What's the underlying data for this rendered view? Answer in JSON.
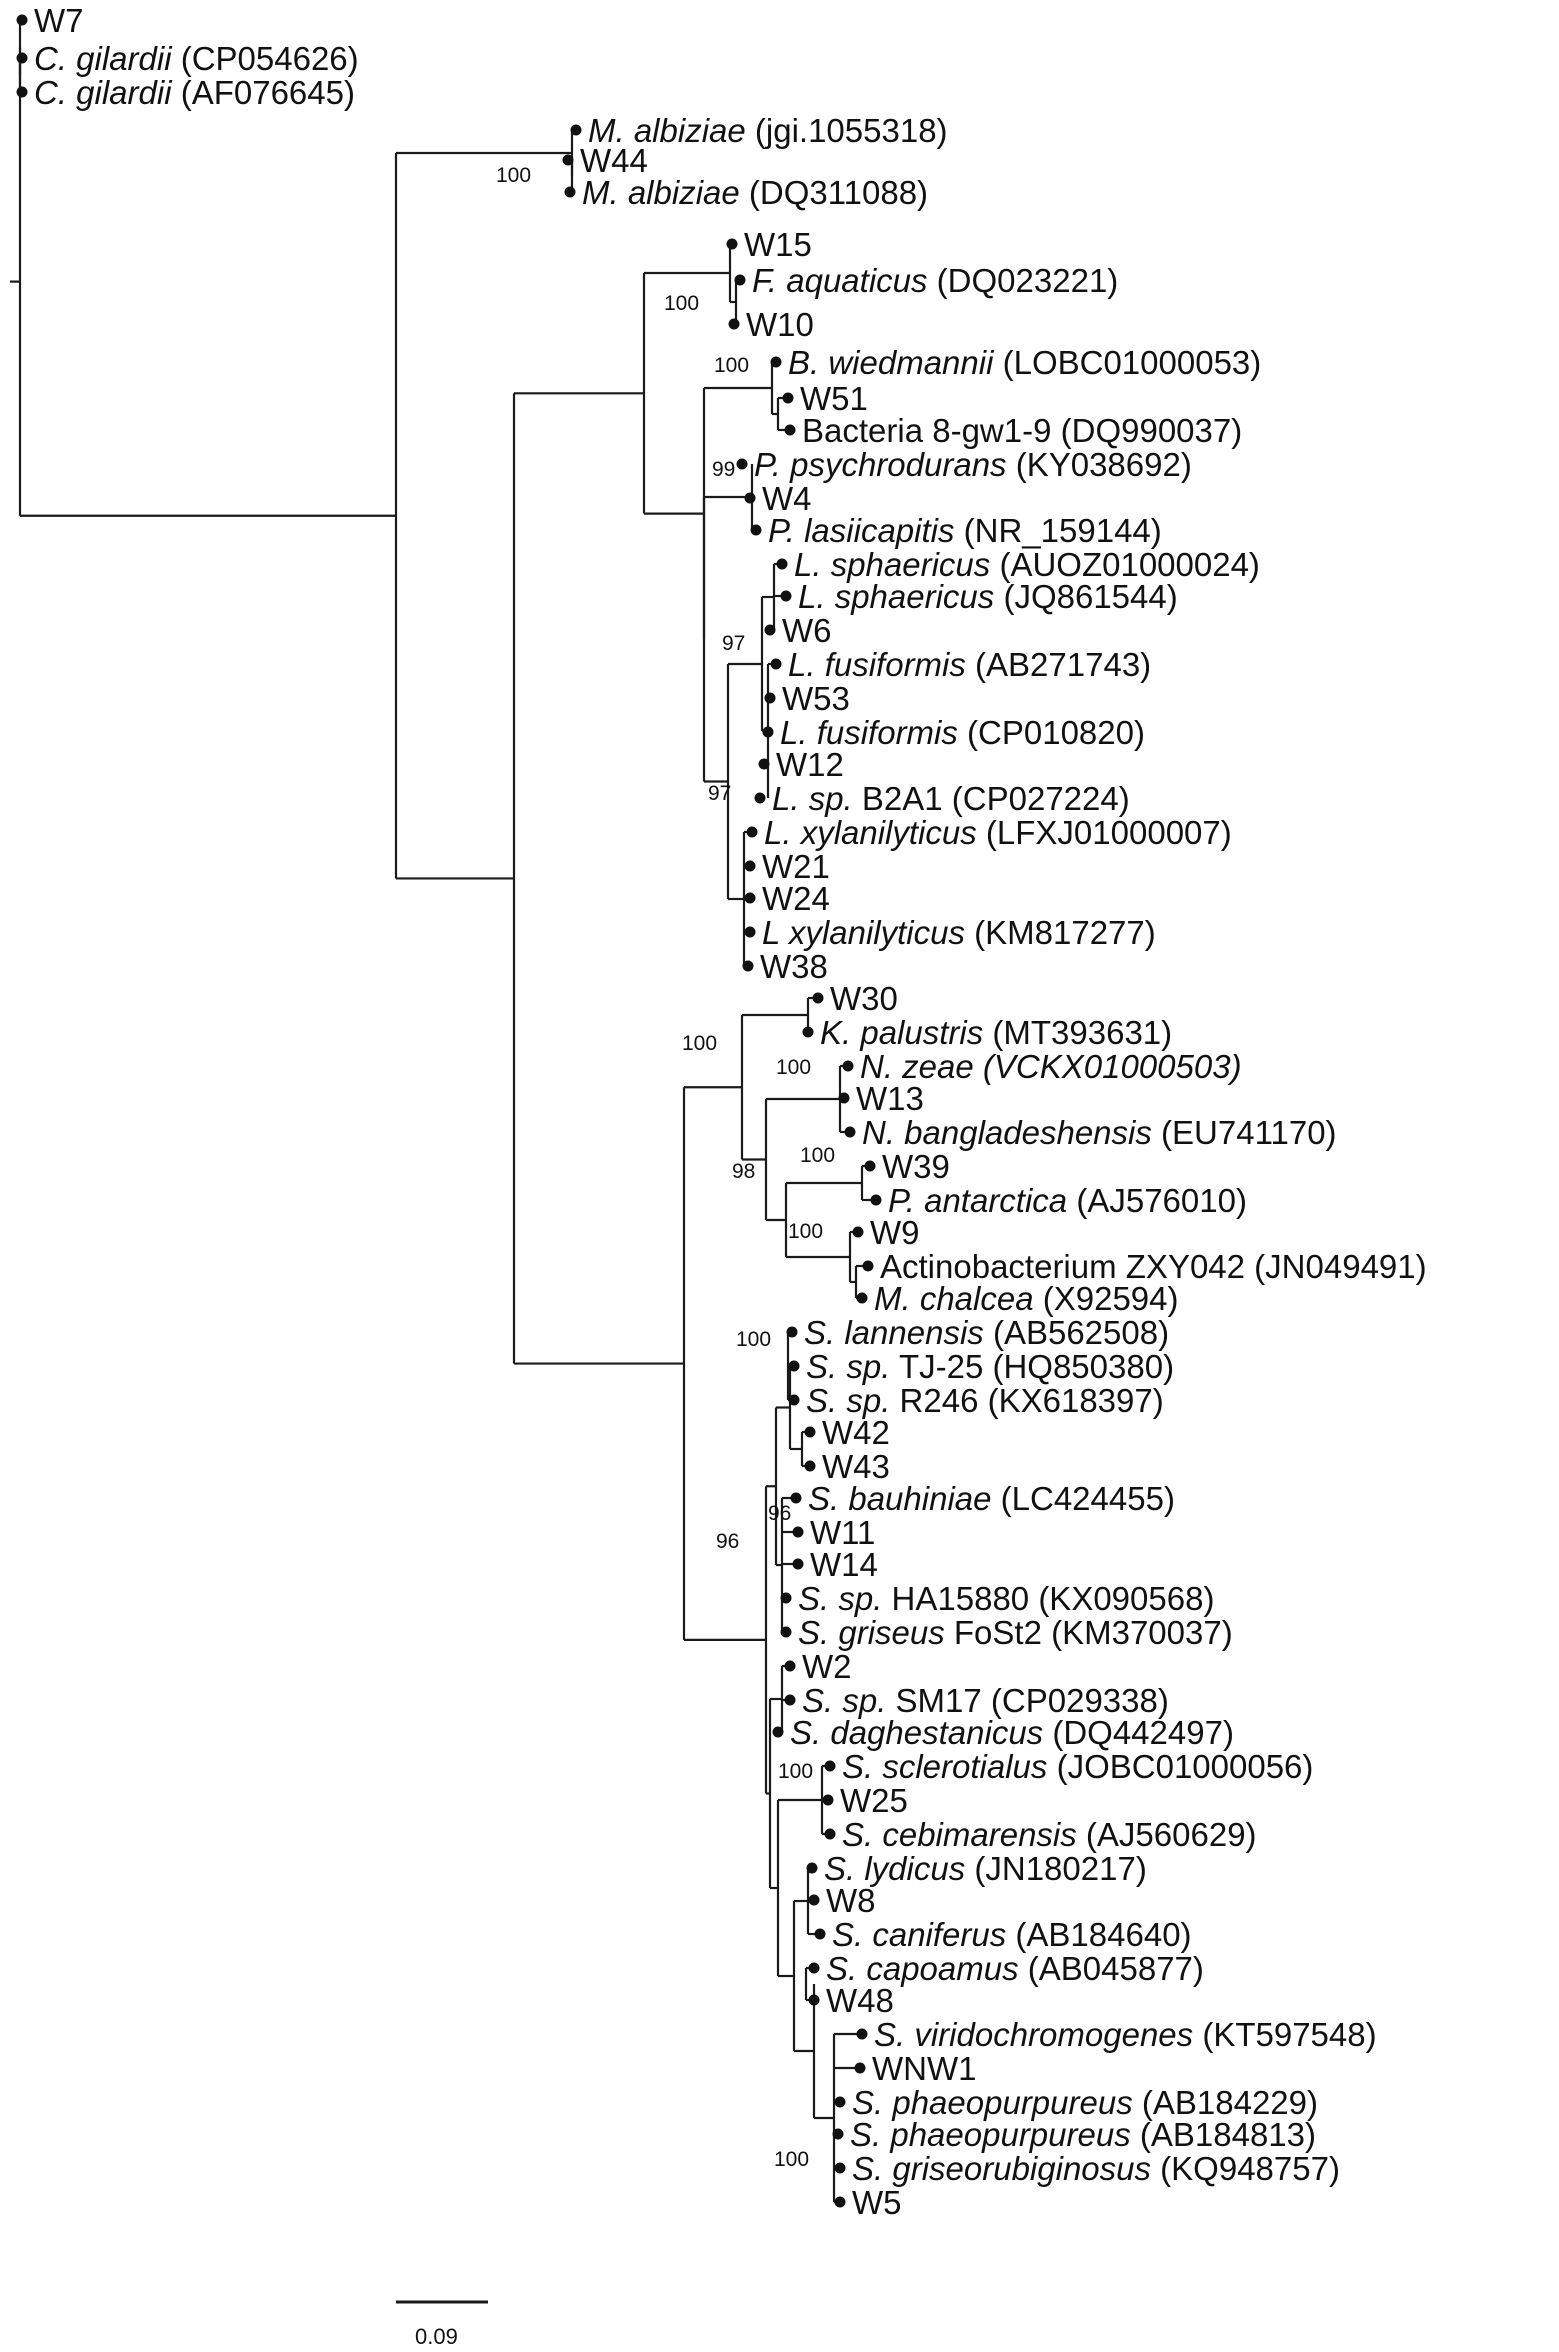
{
  "taxa": [
    {
      "id": "W7",
      "italic": "",
      "rest": "W7"
    },
    {
      "id": "cgil1",
      "italic": "C. gilardii",
      "rest": " (CP054626)"
    },
    {
      "id": "cgil2",
      "italic": "C. gilardii",
      "rest": " (AF076645)"
    },
    {
      "id": "malb1",
      "italic": "M. albiziae",
      "rest": " (jgi.1055318)"
    },
    {
      "id": "W44",
      "italic": "",
      "rest": "W44"
    },
    {
      "id": "malb2",
      "italic": "M. albiziae",
      "rest": " (DQ311088)"
    },
    {
      "id": "W15",
      "italic": "",
      "rest": "W15"
    },
    {
      "id": "faq",
      "italic": "F. aquaticus",
      "rest": " (DQ023221)"
    },
    {
      "id": "W10",
      "italic": "",
      "rest": "W10"
    },
    {
      "id": "bwie",
      "italic": "B. wiedmannii",
      "rest": " (LOBC01000053)"
    },
    {
      "id": "W51",
      "italic": "",
      "rest": "W51"
    },
    {
      "id": "bact",
      "italic": "",
      "rest": "Bacteria 8-gw1-9 (DQ990037)"
    },
    {
      "id": "ppsy",
      "italic": "P. psychrodurans",
      "rest": " (KY038692)"
    },
    {
      "id": "W4",
      "italic": "",
      "rest": "W4"
    },
    {
      "id": "plas",
      "italic": "P. lasiicapitis",
      "rest": " (NR_159144)"
    },
    {
      "id": "lsph1",
      "italic": "L. sphaericus",
      "rest": " (AUOZ01000024)"
    },
    {
      "id": "lsph2",
      "italic": "L. sphaericus",
      "rest": " (JQ861544)"
    },
    {
      "id": "W6",
      "italic": "",
      "rest": "W6"
    },
    {
      "id": "lfus1",
      "italic": "L. fusiformis",
      "rest": " (AB271743)"
    },
    {
      "id": "W53",
      "italic": "",
      "rest": "W53"
    },
    {
      "id": "lfus2",
      "italic": "L. fusiformis",
      "rest": " (CP010820)"
    },
    {
      "id": "W12",
      "italic": "",
      "rest": "W12"
    },
    {
      "id": "lsp",
      "italic": "L. sp.",
      "rest": " B2A1 (CP027224)"
    },
    {
      "id": "lxyl1",
      "italic": "L. xylanilyticus",
      "rest": " (LFXJ01000007)"
    },
    {
      "id": "W21",
      "italic": "",
      "rest": "W21"
    },
    {
      "id": "W24",
      "italic": "",
      "rest": "W24"
    },
    {
      "id": "lxyl2",
      "italic": "L xylanilyticus",
      "rest": " (KM817277)"
    },
    {
      "id": "W38",
      "italic": "",
      "rest": "W38"
    },
    {
      "id": "W30",
      "italic": "",
      "rest": "W30"
    },
    {
      "id": "kpal",
      "italic": "K. palustris",
      "rest": " (MT393631)"
    },
    {
      "id": "nzea",
      "italic": "N. zeae (VCKX01000503)",
      "rest": ""
    },
    {
      "id": "W13",
      "italic": "",
      "rest": "W13"
    },
    {
      "id": "nban",
      "italic": "N. bangladeshensis",
      "rest": " (EU741170)"
    },
    {
      "id": "W39",
      "italic": "",
      "rest": "W39"
    },
    {
      "id": "pant",
      "italic": "P. antarctica",
      "rest": " (AJ576010)"
    },
    {
      "id": "W9",
      "italic": "",
      "rest": "W9"
    },
    {
      "id": "actz",
      "italic": "",
      "rest": "Actinobacterium ZXY042 (JN049491)"
    },
    {
      "id": "mcha",
      "italic": "M. chalcea",
      "rest": " (X92594)"
    },
    {
      "id": "slan",
      "italic": "S. lannensis",
      "rest": " (AB562508)"
    },
    {
      "id": "stj",
      "italic": "S. sp.",
      "rest": " TJ-25 (HQ850380)"
    },
    {
      "id": "sr246",
      "italic": "S. sp.",
      "rest": " R246 (KX618397)"
    },
    {
      "id": "W42",
      "italic": "",
      "rest": "W42"
    },
    {
      "id": "W43",
      "italic": "",
      "rest": "W43"
    },
    {
      "id": "sbau",
      "italic": "S. bauhiniae",
      "rest": " (LC424455)"
    },
    {
      "id": "W11",
      "italic": "",
      "rest": "W11"
    },
    {
      "id": "W14",
      "italic": "",
      "rest": "W14"
    },
    {
      "id": "sha",
      "italic": "S. sp.",
      "rest": " HA15880 (KX090568)"
    },
    {
      "id": "sgri",
      "italic": "S. griseus",
      "rest": " FoSt2 (KM370037)"
    },
    {
      "id": "W2",
      "italic": "",
      "rest": "W2"
    },
    {
      "id": "ssm",
      "italic": "S. sp.",
      "rest": " SM17 (CP029338)"
    },
    {
      "id": "sdag",
      "italic": "S. daghestanicus",
      "rest": " (DQ442497)"
    },
    {
      "id": "sscl",
      "italic": "S. sclerotialus",
      "rest": " (JOBC01000056)"
    },
    {
      "id": "W25",
      "italic": "",
      "rest": "W25"
    },
    {
      "id": "sceb",
      "italic": "S. cebimarensis",
      "rest": " (AJ560629)"
    },
    {
      "id": "slyd",
      "italic": "S. lydicus",
      "rest": " (JN180217)"
    },
    {
      "id": "W8",
      "italic": "",
      "rest": "W8"
    },
    {
      "id": "scan",
      "italic": "S. caniferus",
      "rest": " (AB184640)"
    },
    {
      "id": "scap",
      "italic": "S. capoamus",
      "rest": " (AB045877)"
    },
    {
      "id": "W48",
      "italic": "",
      "rest": "W48"
    },
    {
      "id": "svir",
      "italic": "S. viridochromogenes",
      "rest": " (KT597548)"
    },
    {
      "id": "WNW1",
      "italic": "",
      "rest": "WNW1"
    },
    {
      "id": "spha1",
      "italic": "S. phaeopurpureus",
      "rest": " (AB184229)"
    },
    {
      "id": "spha2",
      "italic": "S. phaeopurpureus",
      "rest": " (AB184813)"
    },
    {
      "id": "sgrr",
      "italic": "S. griseorubiginosus",
      "rest": " (KQ948757)"
    },
    {
      "id": "W5",
      "italic": "",
      "rest": "W5"
    }
  ],
  "support_values": [
    "100",
    "100",
    "100",
    "99",
    "97",
    "97",
    "100",
    "100",
    "98",
    "100",
    "100",
    "100",
    "96",
    "96",
    "100",
    "100"
  ],
  "scale_bar": {
    "label": "0.09"
  },
  "colors": {
    "branch": "#1a1a1a",
    "tip": "#111111",
    "background": "#ffffff"
  }
}
